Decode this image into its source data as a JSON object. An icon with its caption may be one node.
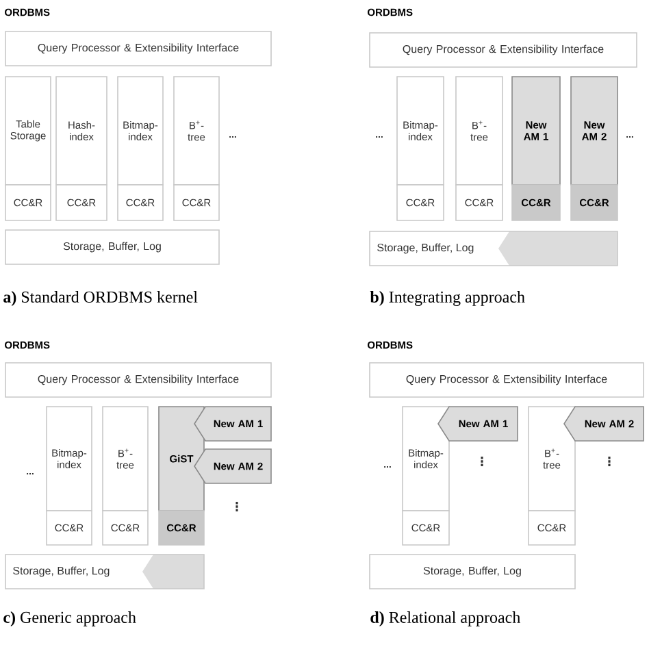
{
  "diagram": {
    "nodes": [
      {
        "text": [
          "Query Processor & Extensibility Interface"
        ]
      },
      {
        "text": [
          "Table Storage"
        ]
      },
      {
        "text": [
          "CC&R"
        ]
      },
      {
        "text": [
          "Hash- index"
        ]
      },
      {
        "text": [
          "CC&R"
        ]
      },
      {
        "text": [
          "Bitmap- index"
        ]
      },
      {
        "text": [
          "CC&R"
        ]
      },
      {
        "text": [
          "B$^{+}$- tree"
        ]
      },
      {
        "text": [
          "CC&R"
        ]
      },
      {
        "text": [
          "Storage, Buffer, Log"
        ]
      },
      {
        "text": [
          "Query Processor & Extensibility Interface"
        ]
      },
      {
        "text": [
          "Bitmap- index"
        ]
      },
      {
        "text": [
          "CC&R"
        ]
      },
      {
        "text": [
          "B$^{+}$- tree"
        ]
      },
      {
        "text": [
          "CC&R"
        ]
      },
      {
        "text": [
          "New AM 1"
        ]
      },
      {
        "text": [
          "CC&R"
        ]
      },
      {
        "text": [
          "New AM 2"
        ]
      },
      {
        "text": [
          "CC&R"
        ]
      },
      {
        "text": [
          "Storage, Buffer, Log"
        ]
      },
      {
        "text": [
          "Query Processor & Extensibility Interface"
        ]
      },
      {
        "text": [
          "Bitmap- index"
        ]
      },
      {
        "text": [
          "CC&R"
        ]
      },
      {
        "text": [
          "B$^{+}$- tree"
        ]
      },
      {
        "text": [
          "CC&R"
        ]
      },
      {
        "text": [
          "GiST"
        ]
      },
      {
        "text": [
          "CC&R"
        ]
      },
      {
        "text": [
          "New AM 1"
        ]
      },
      {
        "text": [
          "New AM 2"
        ]
      },
      {
        "text": [
          "Storage, Buffer, Log"
        ]
      },
      {
        "text": [
          "Query Processor & Extensibility Interface"
        ]
      },
      {
        "text": [
          "Bitmap- index"
        ]
      },
      {
        "text": [
          "CC&R"
        ]
      },
      {
        "text": [
          "New AM 1"
        ]
      },
      {
        "text": [
          "B$^{+}$- tree"
        ]
      },
      {
        "text": [
          "CC&R"
        ]
      },
      {
        "text": [
          "New AM 2"
        ]
      },
      {
        "text": [
          "Storage, Buffer, Log"
        ]
      }
    ],
    "labels": [
      "ORDBMS",
      "...",
      "**a)** Standard ORDBMS kernel",
      "ORDBMS",
      "...",
      "...",
      "**b)** Integrating approach",
      "ORDBMS",
      "...",
      "⋮",
      "**c)** Generic approach",
      "ORDBMS",
      "...",
      "⋮",
      "⋮",
      "**d)** Relational approach"
    ]
  }
}
